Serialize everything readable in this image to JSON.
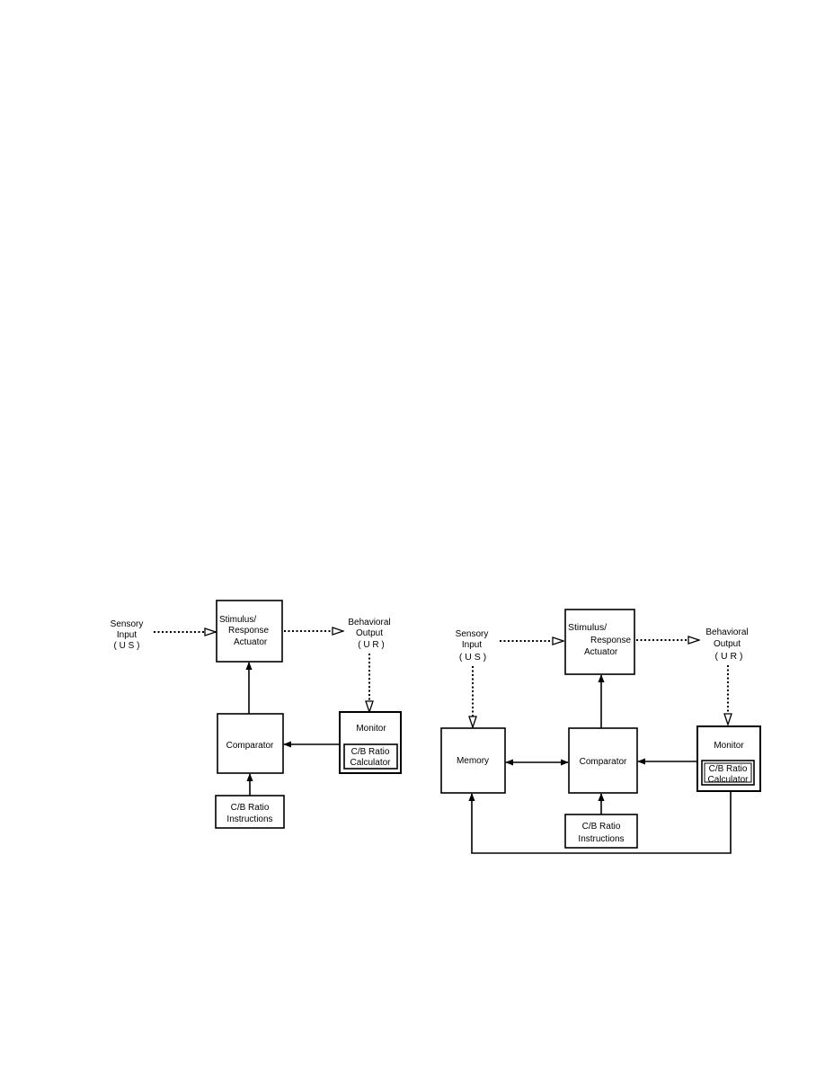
{
  "diagram_left": {
    "sensory_input": {
      "line1": "Sensory",
      "line2": "Input",
      "line3": "( U S )"
    },
    "stimulus_response": {
      "line1": "Stimulus/",
      "line2": "Response",
      "line3": "Actuator"
    },
    "behavioral_output": {
      "line1": "Behavioral",
      "line2": "Output",
      "line3": "( U R )"
    },
    "comparator": {
      "label": "Comparator"
    },
    "monitor": {
      "label": "Monitor",
      "calc_line1": "C/B  Ratio",
      "calc_line2": "Calculator"
    },
    "cb_instructions": {
      "line1": "C/B Ratio",
      "line2": "Instructions"
    }
  },
  "diagram_right": {
    "sensory_input": {
      "line1": "Sensory",
      "line2": "Input",
      "line3": "( U S )"
    },
    "stimulus_response": {
      "line1": "Stimulus/",
      "line2": "Response",
      "line3": "Actuator"
    },
    "behavioral_output": {
      "line1": "Behavioral",
      "line2": "Output",
      "line3": "( U R )"
    },
    "memory": {
      "label": "Memory"
    },
    "comparator": {
      "label": "Comparator"
    },
    "monitor": {
      "label": "Monitor",
      "calc_line1": "C/B  Ratio",
      "calc_line2": "Calculator"
    },
    "cb_instructions": {
      "line1": "C/B Ratio",
      "line2": "Instructions"
    }
  }
}
